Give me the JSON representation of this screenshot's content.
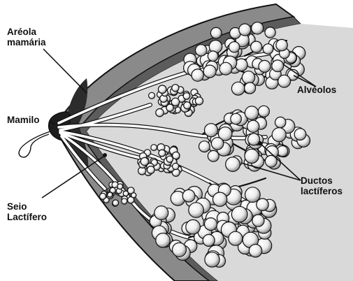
{
  "labels": {
    "areola_line1": "Aréola",
    "areola_line2": "mamária",
    "mamilo": "Mamilo",
    "seio_line1": "Seio",
    "seio_line2": "Lactífero",
    "alveolos": "Alvéolos",
    "ductos_line1": "Ductos",
    "ductos_line2": "lactíferos"
  },
  "colors": {
    "ink": "#111111",
    "tissue": "#d9d9d9",
    "skin": "#8a8a8a",
    "areola": "#3a3a3a",
    "paper": "#ffffff"
  }
}
